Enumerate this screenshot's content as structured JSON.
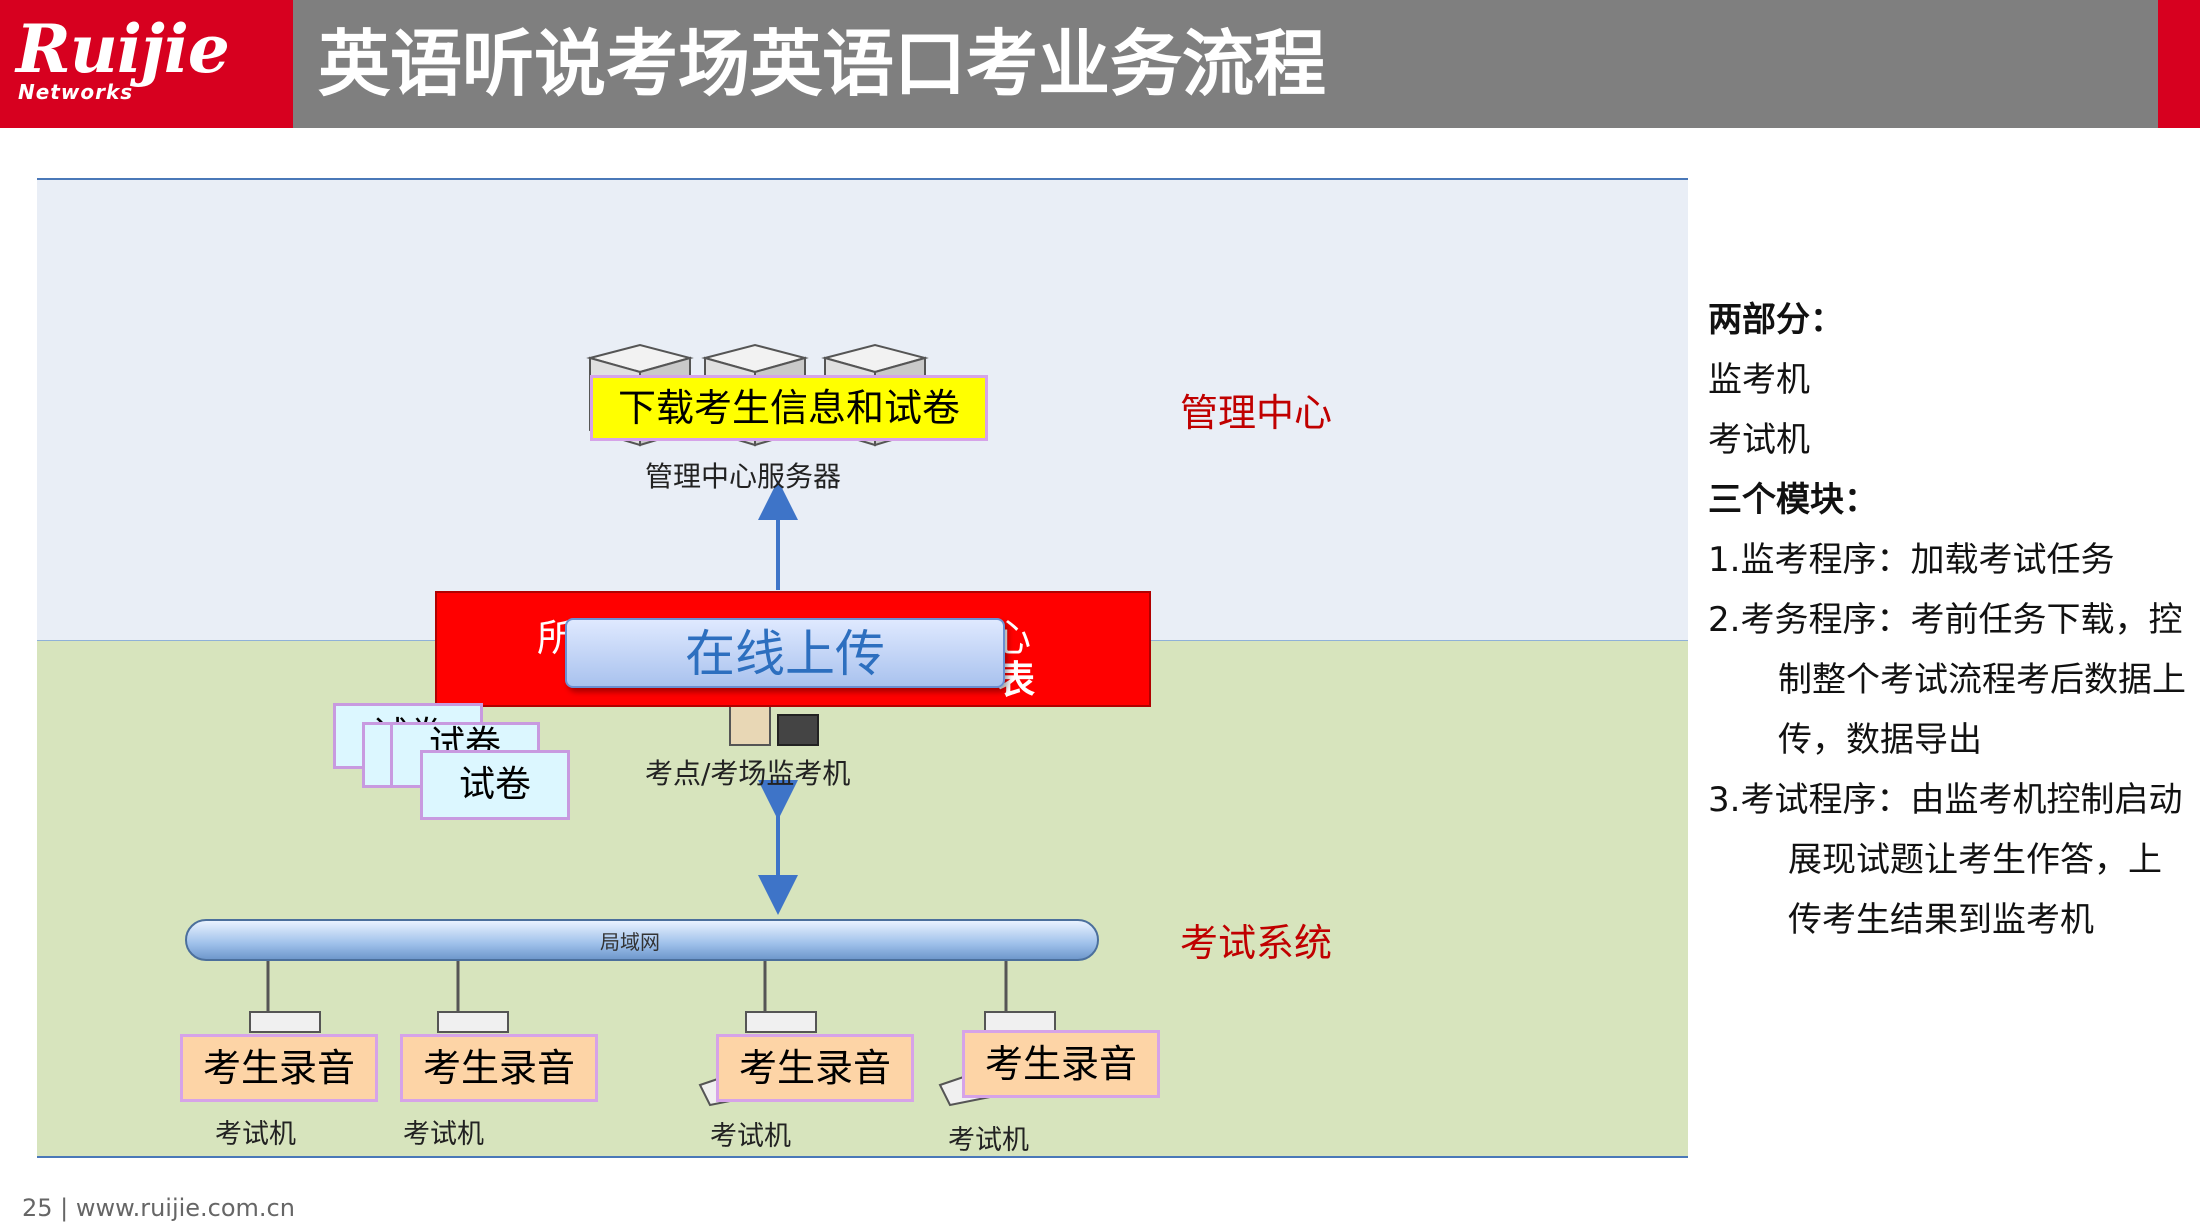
{
  "header": {
    "logo_main": "Ruijie",
    "logo_sub": "Networks",
    "title": "英语听说考场英语口考业务流程"
  },
  "diagram": {
    "management_label": "管理中心",
    "exam_system_label": "考试系统",
    "download_box": "下载考生信息和试卷",
    "server_caption": "管理中心服务器",
    "banner_text_a": "所有考生答卷汇总到管理中心",
    "banner_text_b": "表",
    "upload_button": "在线上传",
    "proctor_caption": "考点/考场监考机",
    "test_paper_back": "试卷",
    "test_paper_mid": "试卷",
    "test_paper_front": "试卷",
    "lan_label": "局域网",
    "student_recording": [
      "考生录音",
      "考生录音",
      "考生录音",
      "考生录音"
    ],
    "pc_caption": [
      "考试机",
      "考试机",
      "考试机",
      "考试机"
    ]
  },
  "notes": {
    "h1": "两部分：",
    "p1": "监考机",
    "p2": "考试机",
    "h2": "三个模块：",
    "m1": "1.监考程序：加载考试任务",
    "m2a": "2.考务程序：考前任务下载，控",
    "m2b": "制整个考试流程考后数据上",
    "m2c": "传，数据导出",
    "m3a": "3.考试程序：由监考机控制启动",
    "m3b": "展现试题让考生作答，上",
    "m3c": "传考生结果到监考机"
  },
  "footer": "25 | www.ruijie.com.cn",
  "colors": {
    "brand_red": "#d7001f",
    "header_gray": "#7f7f7f",
    "label_red": "#c00000",
    "zone_top": "#e9eef6",
    "zone_bottom": "#d7e4bd"
  }
}
